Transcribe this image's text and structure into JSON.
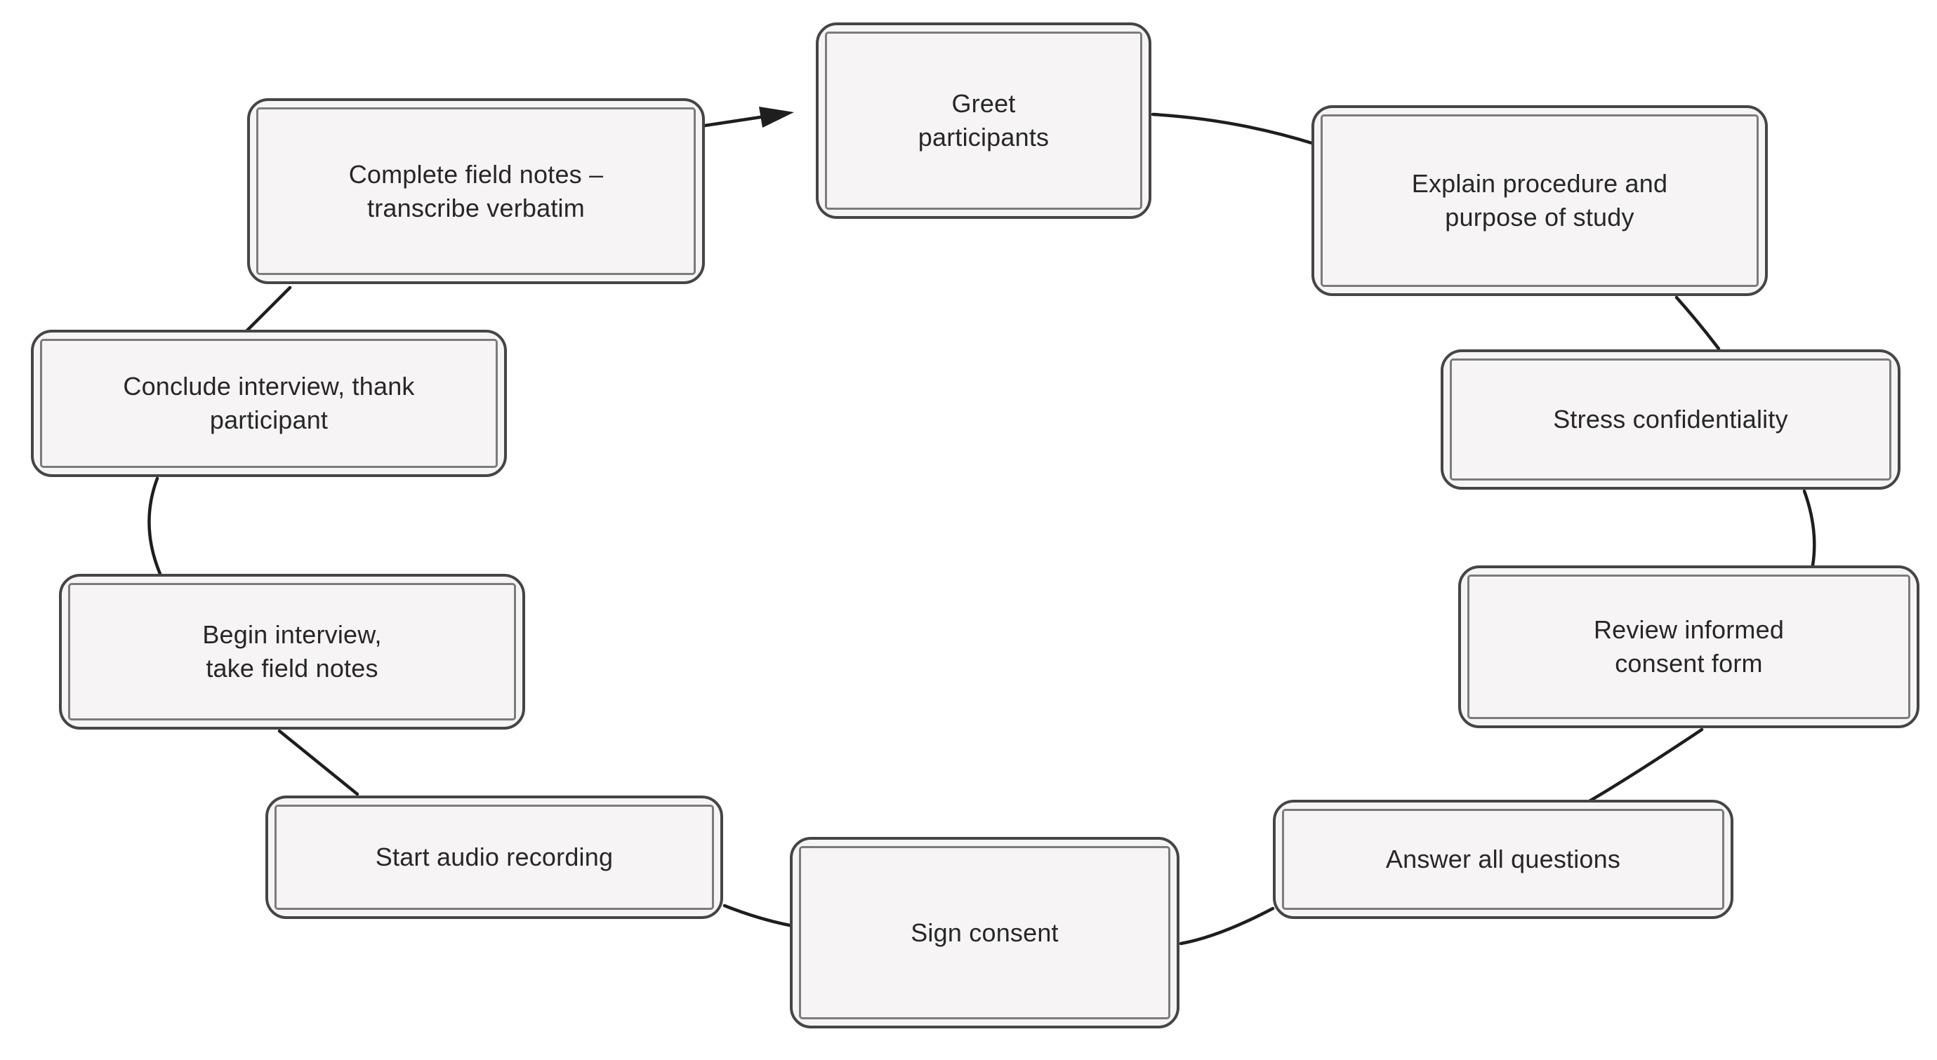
{
  "diagram": {
    "type": "cycle-flowchart",
    "background_color": "#ffffff",
    "box_fill_color": "#f6f4f5",
    "box_border_outer_color": "#454548",
    "box_border_inner_color": "#7b7b7e",
    "connector_color": "#1e1e1e",
    "text_color": "#272727",
    "nodes": [
      {
        "id": "greet",
        "label": "Greet\nparticipants"
      },
      {
        "id": "explain",
        "label": "Explain procedure and\npurpose of study"
      },
      {
        "id": "stress",
        "label": "Stress confidentiality"
      },
      {
        "id": "review",
        "label": "Review informed\nconsent form"
      },
      {
        "id": "answer",
        "label": "Answer all questions"
      },
      {
        "id": "sign",
        "label": "Sign consent"
      },
      {
        "id": "start",
        "label": "Start audio recording"
      },
      {
        "id": "begin",
        "label": "Begin interview,\ntake field notes"
      },
      {
        "id": "conclude",
        "label": "Conclude interview, thank\nparticipant"
      },
      {
        "id": "complete",
        "label": "Complete field notes –\ntranscribe verbatim"
      }
    ],
    "connections": [
      {
        "from": "greet",
        "to": "explain",
        "arrow": false
      },
      {
        "from": "explain",
        "to": "stress",
        "arrow": false
      },
      {
        "from": "stress",
        "to": "review",
        "arrow": false
      },
      {
        "from": "review",
        "to": "answer",
        "arrow": false
      },
      {
        "from": "answer",
        "to": "sign",
        "arrow": false
      },
      {
        "from": "sign",
        "to": "start",
        "arrow": false
      },
      {
        "from": "start",
        "to": "begin",
        "arrow": false
      },
      {
        "from": "begin",
        "to": "conclude",
        "arrow": false
      },
      {
        "from": "conclude",
        "to": "complete",
        "arrow": false
      },
      {
        "from": "complete",
        "to": "greet",
        "arrow": true
      }
    ]
  }
}
